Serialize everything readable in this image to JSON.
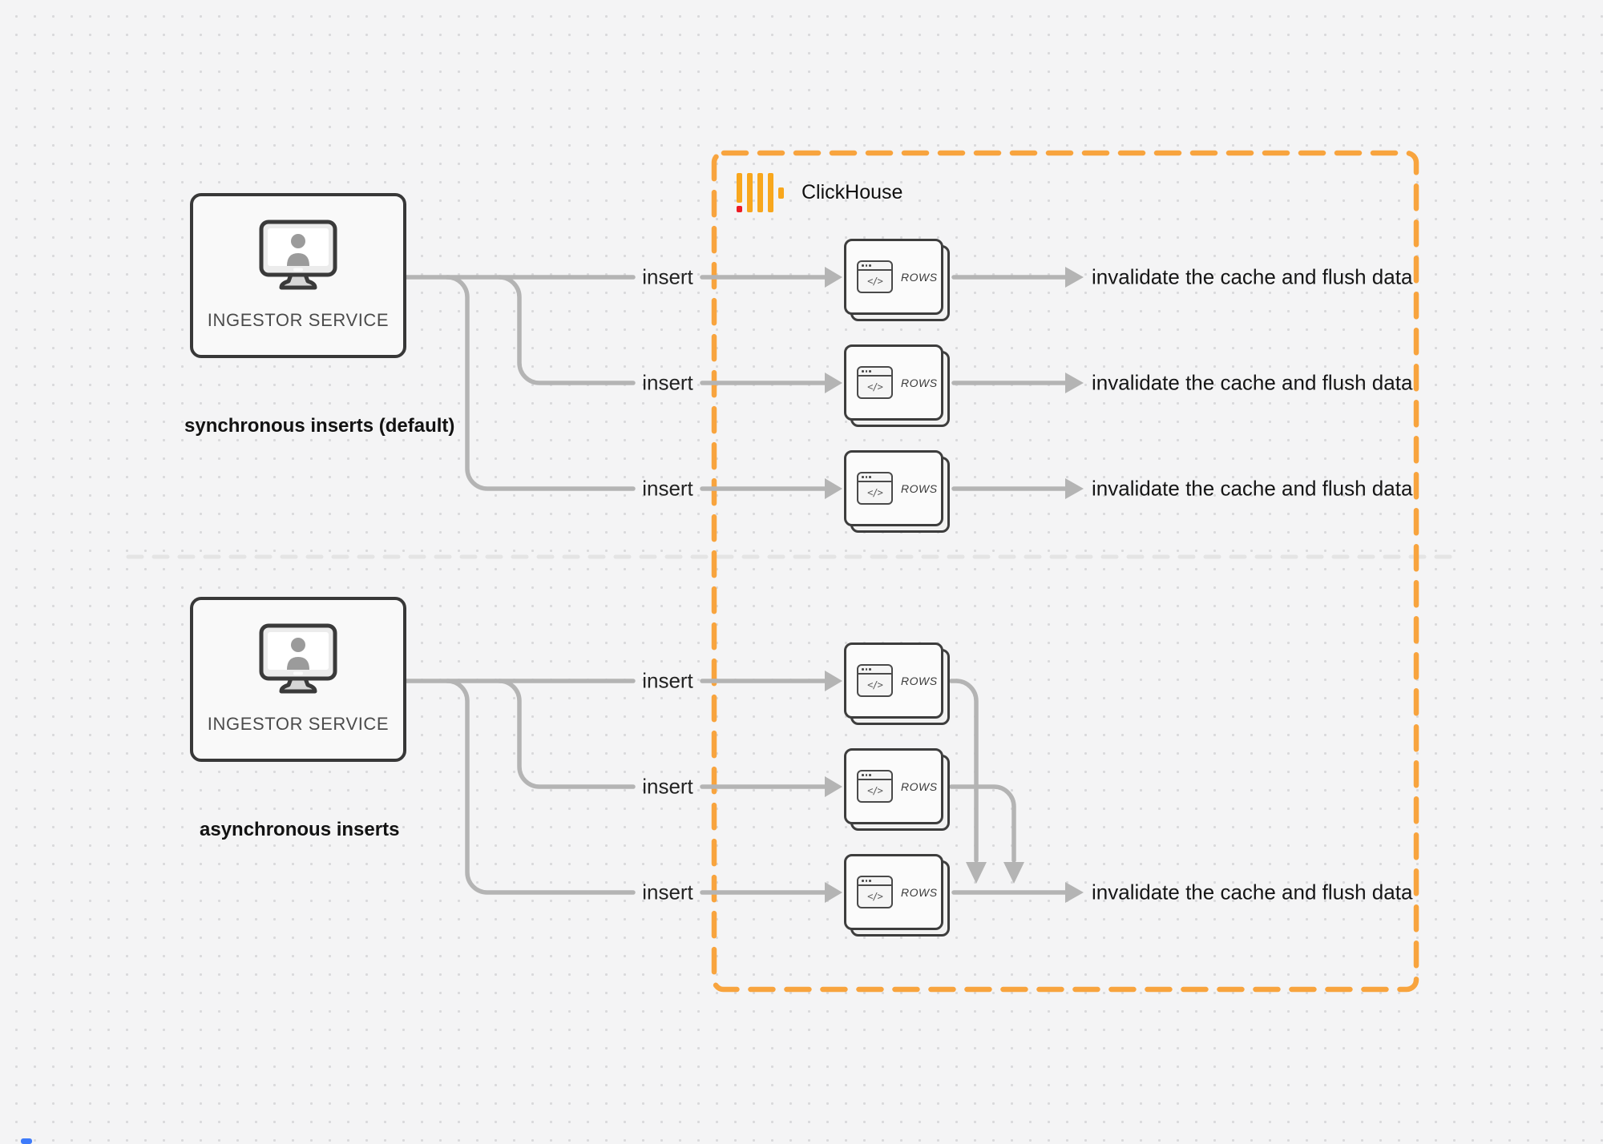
{
  "logo": {
    "brand": "ClickHouse"
  },
  "sync": {
    "section_label": "synchronous inserts (default)",
    "source_label": "INGESTOR SERVICE",
    "rows": [
      {
        "insert_label": "insert",
        "node_label": "ROWS",
        "icon_code": "</>",
        "result_label": "invalidate the cache and flush data"
      },
      {
        "insert_label": "insert",
        "node_label": "ROWS",
        "icon_code": "</>",
        "result_label": "invalidate the cache and flush data"
      },
      {
        "insert_label": "insert",
        "node_label": "ROWS",
        "icon_code": "</>",
        "result_label": "invalidate the cache and flush data"
      }
    ]
  },
  "async": {
    "section_label": "asynchronous inserts",
    "source_label": "INGESTOR SERVICE",
    "rows": [
      {
        "insert_label": "insert",
        "node_label": "ROWS",
        "icon_code": "</>"
      },
      {
        "insert_label": "insert",
        "node_label": "ROWS",
        "icon_code": "</>"
      },
      {
        "insert_label": "insert",
        "node_label": "ROWS",
        "icon_code": "</>",
        "result_label": "invalidate the cache and flush data"
      }
    ]
  },
  "colors": {
    "accent_orange_border": "#F8A43E",
    "logo_bar_yellow": "#F8A71D",
    "logo_red": "#ED1B24",
    "connector_gray": "#B4B4B4",
    "divider_gray": "#E4E4E4"
  }
}
